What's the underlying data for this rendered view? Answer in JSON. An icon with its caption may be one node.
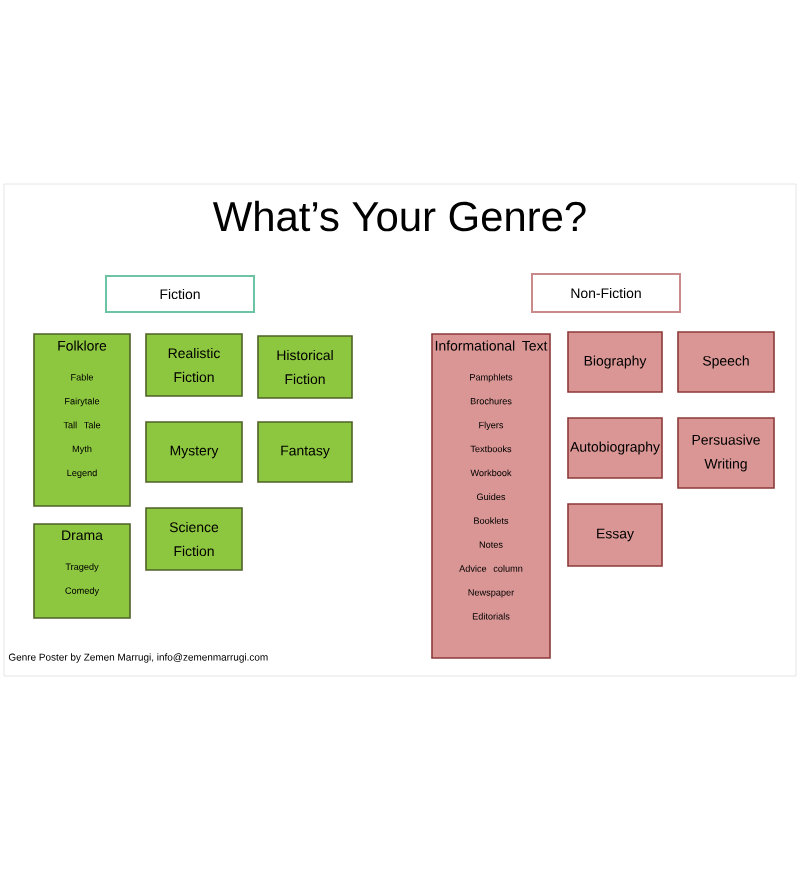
{
  "diagram": {
    "title": "What’s Your Genre?",
    "nodes": [
      {
        "text": [
          "Fiction"
        ]
      },
      {
        "text": [
          "Folklore",
          "Fable",
          "Fairytale",
          "Tall Tale",
          "Myth",
          "Legend"
        ]
      },
      {
        "text": [
          "Realistic Fiction"
        ]
      },
      {
        "text": [
          "Historical Fiction"
        ]
      },
      {
        "text": [
          "Mystery"
        ]
      },
      {
        "text": [
          "Fantasy"
        ]
      },
      {
        "text": [
          "Drama",
          "Tragedy",
          "Comedy"
        ]
      },
      {
        "text": [
          "Science Fiction"
        ]
      },
      {
        "text": [
          "Non-Fiction"
        ]
      },
      {
        "text": [
          "Informational Text",
          "Pamphlets",
          "Brochures",
          "Flyers",
          "Textbooks",
          "Workbook",
          "Guides",
          "Booklets",
          "Notes",
          "Advice column",
          "Newspaper",
          "Editorials"
        ]
      },
      {
        "text": [
          "Biography"
        ]
      },
      {
        "text": [
          "Speech"
        ]
      },
      {
        "text": [
          "Autobiography"
        ]
      },
      {
        "text": [
          "Persuasive Writing"
        ]
      },
      {
        "text": [
          "Essay"
        ]
      }
    ],
    "labels": [
      "Genre Poster by Zemen Marrugi, info@zemenmarrugi.com"
    ]
  }
}
